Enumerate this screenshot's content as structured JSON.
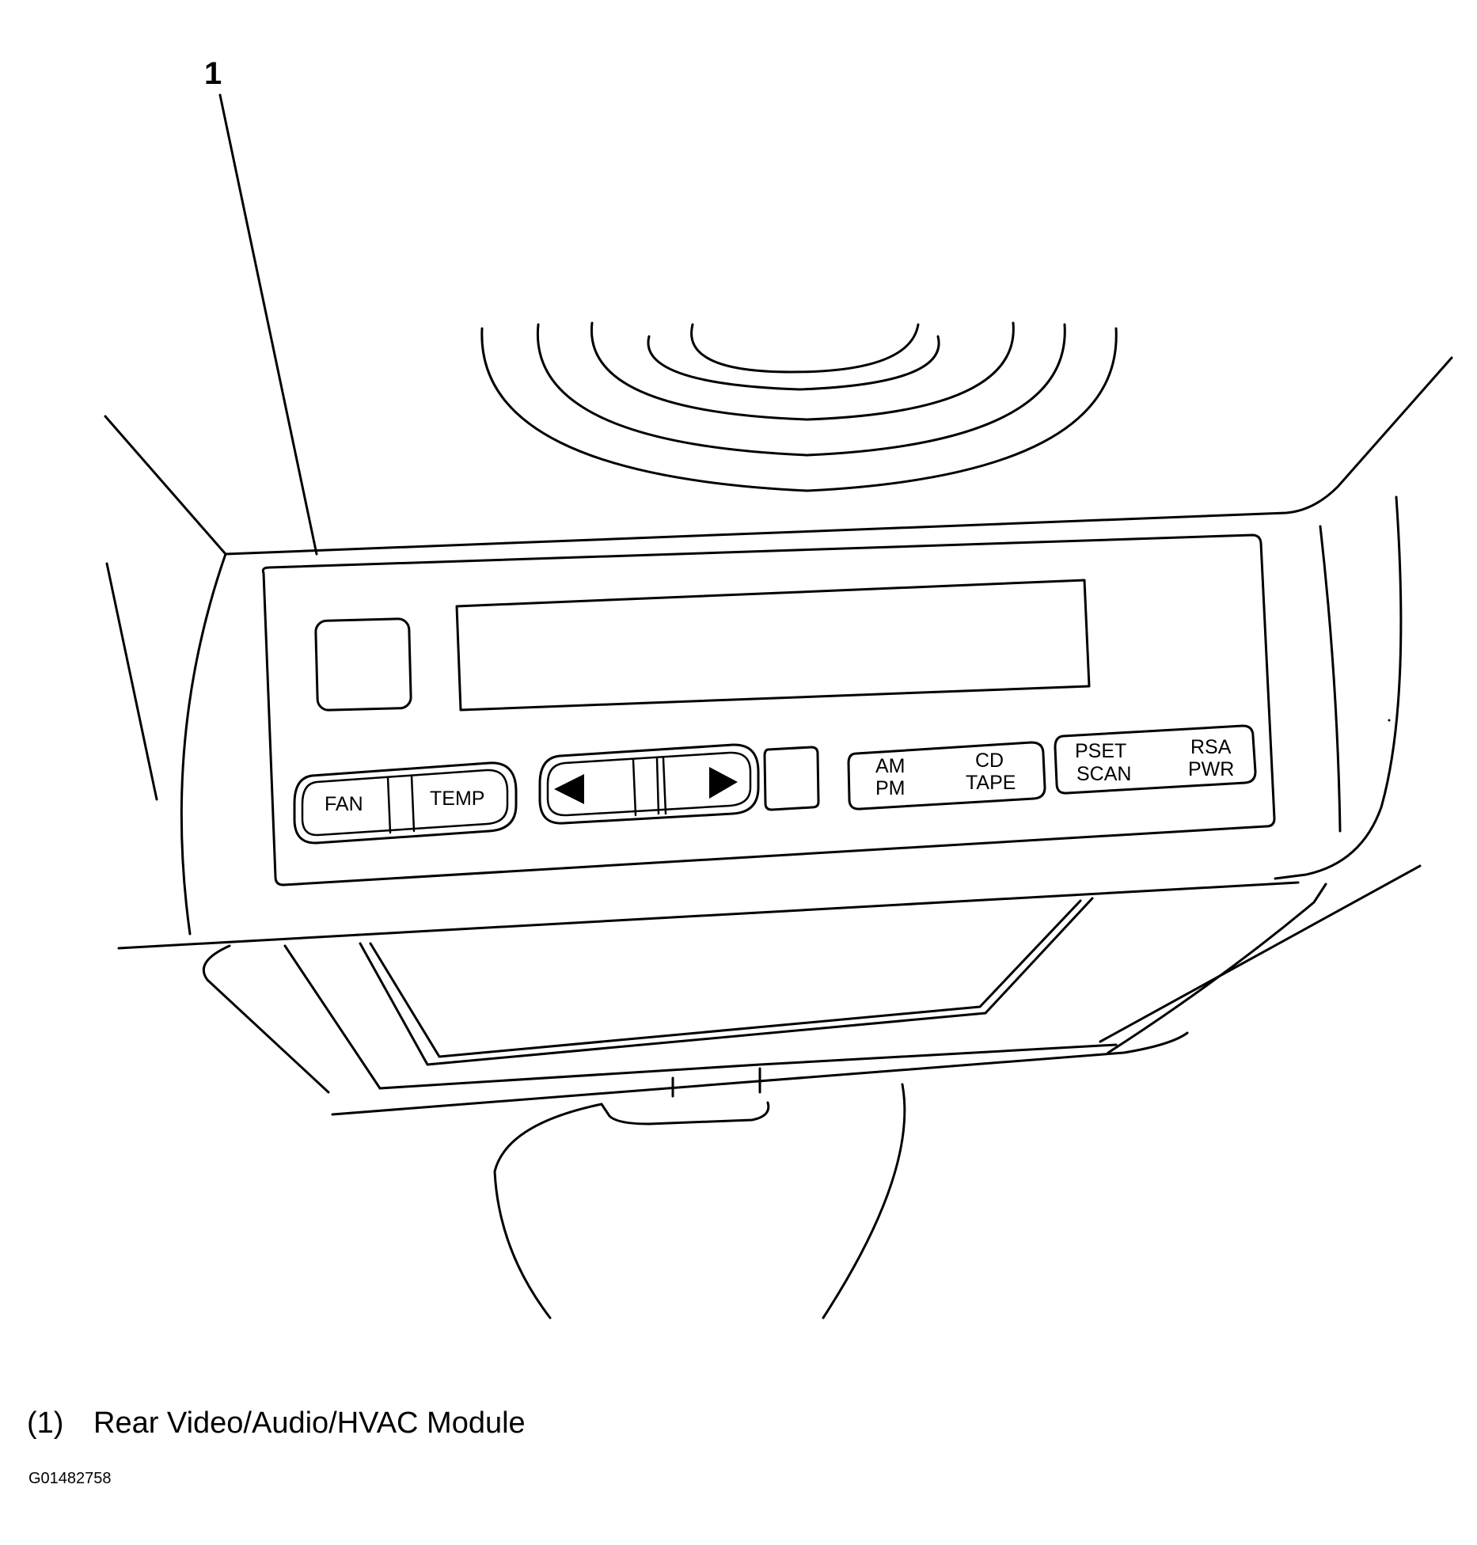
{
  "diagram": {
    "callout_number": "1",
    "buttons": {
      "fan": "FAN",
      "temp": "TEMP",
      "am": "AM",
      "pm": "PM",
      "cd": "CD",
      "tape": "TAPE",
      "pset": "PSET",
      "scan": "SCAN",
      "rsa": "RSA",
      "pwr": "PWR"
    },
    "icons": [
      "left-arrow-icon",
      "right-arrow-icon"
    ]
  },
  "legend": {
    "number": "(1)",
    "label": "Rear Video/Audio/HVAC Module"
  },
  "figure_id": "G01482758"
}
